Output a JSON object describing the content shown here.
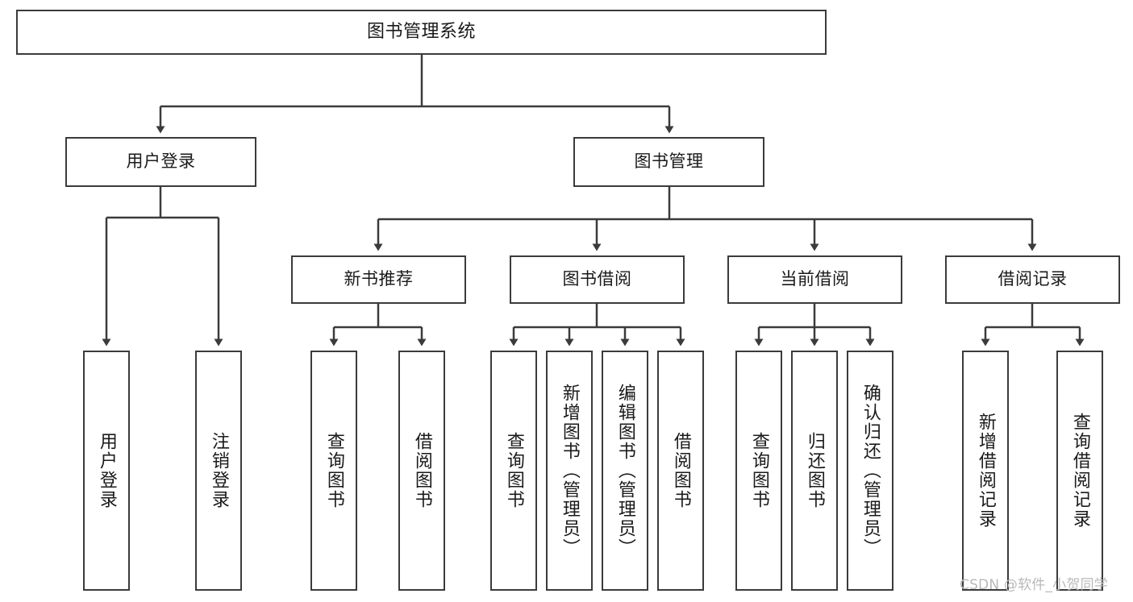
{
  "diagram": {
    "title": "图书管理系统",
    "type": "tree-hierarchy-flowchart",
    "watermark": "CSDN @软件_小贺同学",
    "colors": {
      "box_border": "#3b3b3b",
      "box_fill": "#ffffff",
      "connector": "#3b3b3b",
      "text": "#1a1a1a",
      "watermark": "#b9b9b9",
      "background": "#ffffff"
    },
    "nodes": {
      "root": {
        "label": "图书管理系统",
        "orientation": "horizontal"
      },
      "level2": [
        {
          "id": "user-login",
          "label": "用户登录",
          "orientation": "horizontal"
        },
        {
          "id": "book-manage",
          "label": "图书管理",
          "orientation": "horizontal"
        }
      ],
      "level3": [
        {
          "id": "new-book-recommend",
          "label": "新书推荐",
          "orientation": "horizontal"
        },
        {
          "id": "book-borrow",
          "label": "图书借阅",
          "orientation": "horizontal"
        },
        {
          "id": "current-borrow",
          "label": "当前借阅",
          "orientation": "horizontal"
        },
        {
          "id": "borrow-record",
          "label": "借阅记录",
          "orientation": "horizontal"
        }
      ],
      "leaves": [
        {
          "id": "leaf-user-login",
          "label": "用户登录",
          "parent": "user-login",
          "orientation": "vertical"
        },
        {
          "id": "leaf-logout",
          "label": "注销登录",
          "parent": "user-login",
          "orientation": "vertical"
        },
        {
          "id": "leaf-query-book-1",
          "label": "查询图书",
          "parent": "new-book-recommend",
          "orientation": "vertical"
        },
        {
          "id": "leaf-borrow-book-1",
          "label": "借阅图书",
          "parent": "new-book-recommend",
          "orientation": "vertical"
        },
        {
          "id": "leaf-query-book-2",
          "label": "查询图书",
          "parent": "book-borrow",
          "orientation": "vertical"
        },
        {
          "id": "leaf-add-book",
          "label": "新增图书（管理员）",
          "parent": "book-borrow",
          "orientation": "vertical"
        },
        {
          "id": "leaf-edit-book",
          "label": "编辑图书（管理员）",
          "parent": "book-borrow",
          "orientation": "vertical"
        },
        {
          "id": "leaf-borrow-book-2",
          "label": "借阅图书",
          "parent": "book-borrow",
          "orientation": "vertical"
        },
        {
          "id": "leaf-query-book-3",
          "label": "查询图书",
          "parent": "current-borrow",
          "orientation": "vertical"
        },
        {
          "id": "leaf-return-book",
          "label": "归还图书",
          "parent": "current-borrow",
          "orientation": "vertical"
        },
        {
          "id": "leaf-confirm-return",
          "label": "确认归还（管理员）",
          "parent": "current-borrow",
          "orientation": "vertical"
        },
        {
          "id": "leaf-add-record",
          "label": "新增借阅记录",
          "parent": "borrow-record",
          "orientation": "vertical"
        },
        {
          "id": "leaf-query-record",
          "label": "查询借阅记录",
          "parent": "borrow-record",
          "orientation": "vertical"
        }
      ]
    }
  }
}
